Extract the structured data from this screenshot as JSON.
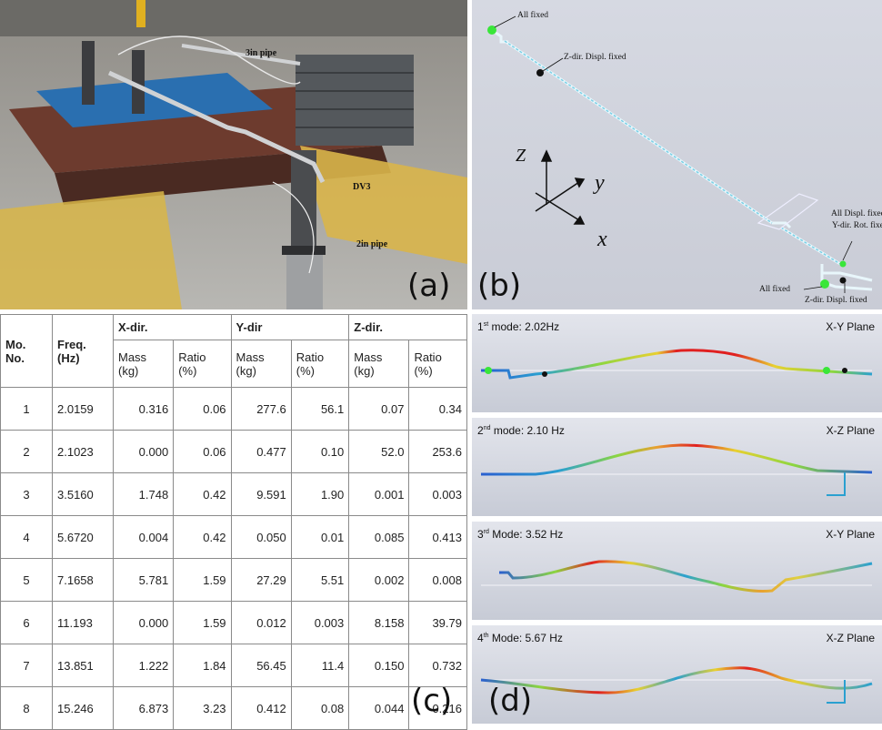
{
  "panel_labels": {
    "a": "(a)",
    "b": "(b)",
    "c": "(c)",
    "d": "(d)"
  },
  "photo": {
    "labels": {
      "pipe3": "3in pipe",
      "dv3": "DV3",
      "pipe2": "2in pipe"
    }
  },
  "model": {
    "annotations": {
      "all_fixed_top": "All fixed",
      "z_fixed_top": "Z-dir. Displ. fixed",
      "all_displ_line1": "All Displ. fixed &",
      "all_displ_line2": "Y-dir. Rot. fixed",
      "all_fixed_bottom": "All fixed",
      "z_fixed_bottom": "Z-dir. Displ. fixed"
    },
    "axes": {
      "z": "Z",
      "y": "y",
      "x": "x"
    }
  },
  "table": {
    "headers": {
      "mode": "Mo. No.",
      "freq": "Freq. (Hz)",
      "xdir": "X-dir.",
      "ydir": "Y-dir",
      "zdir": "Z-dir.",
      "mass": "Mass (kg)",
      "ratio": "Ratio (%)"
    },
    "rows": [
      [
        "1",
        "2.0159",
        "0.316",
        "0.06",
        "277.6",
        "56.1",
        "0.07",
        "0.34"
      ],
      [
        "2",
        "2.1023",
        "0.000",
        "0.06",
        "0.477",
        "0.10",
        "52.0",
        "253.6"
      ],
      [
        "3",
        "3.5160",
        "1.748",
        "0.42",
        "9.591",
        "1.90",
        "0.001",
        "0.003"
      ],
      [
        "4",
        "5.6720",
        "0.004",
        "0.42",
        "0.050",
        "0.01",
        "0.085",
        "0.413"
      ],
      [
        "5",
        "7.1658",
        "5.781",
        "1.59",
        "27.29",
        "5.51",
        "0.002",
        "0.008"
      ],
      [
        "6",
        "11.193",
        "0.000",
        "1.59",
        "0.012",
        "0.003",
        "8.158",
        "39.79"
      ],
      [
        "7",
        "13.851",
        "1.222",
        "1.84",
        "56.45",
        "11.4",
        "0.150",
        "0.732"
      ],
      [
        "8",
        "15.246",
        "6.873",
        "3.23",
        "0.412",
        "0.08",
        "0.044",
        "0.216"
      ]
    ]
  },
  "modes": [
    {
      "num": "1",
      "sup": "st",
      "rest": " mode: 2.02Hz",
      "plane": "X-Y Plane"
    },
    {
      "num": "2",
      "sup": "nd",
      "rest": " mode: 2.10 Hz",
      "plane": "X-Z Plane"
    },
    {
      "num": "3",
      "sup": "rd",
      "rest": " Mode: 3.52 Hz",
      "plane": "X-Y Plane"
    },
    {
      "num": "4",
      "sup": "th",
      "rest": " Mode: 5.67 Hz",
      "plane": "X-Z Plane"
    }
  ],
  "colors": {
    "pipe": "#7ad0e6",
    "fixed": "#39e639",
    "hot": "#e02020",
    "cold": "#1f5fd0"
  }
}
